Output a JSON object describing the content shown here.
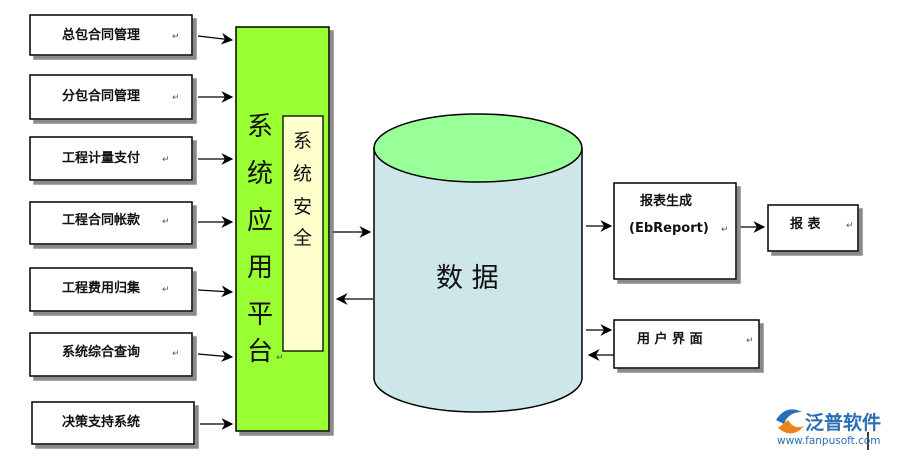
{
  "modules": [
    {
      "label": "总包合同管理"
    },
    {
      "label": "分包合同管理"
    },
    {
      "label": "工程计量支付"
    },
    {
      "label": "工程合同帐款"
    },
    {
      "label": "工程费用归集"
    },
    {
      "label": "系统综合查询"
    },
    {
      "label": "决策支持系统"
    }
  ],
  "platform": {
    "title_chars": [
      "系",
      "统",
      "应",
      "用",
      "平",
      "台"
    ],
    "security_chars": [
      "系",
      "统",
      "安",
      "全"
    ]
  },
  "database": {
    "label": "数 据"
  },
  "report_engine": {
    "line1": "报表生成",
    "line2": "(EbReport)"
  },
  "report": {
    "label": "报 表"
  },
  "user_ui": {
    "label": "用 户 界 面"
  },
  "paragraph_mark": "↵",
  "logo": {
    "name": "泛普软件",
    "url": "www.fanpusoft.com"
  },
  "colors": {
    "platform_fill": "#99ff33",
    "security_fill": "#ffffcc",
    "cylinder_body": "#cde6ea",
    "cylinder_top": "#99ff99",
    "logo_blue": "#2a6fb5",
    "logo_orange": "#e8841e"
  }
}
